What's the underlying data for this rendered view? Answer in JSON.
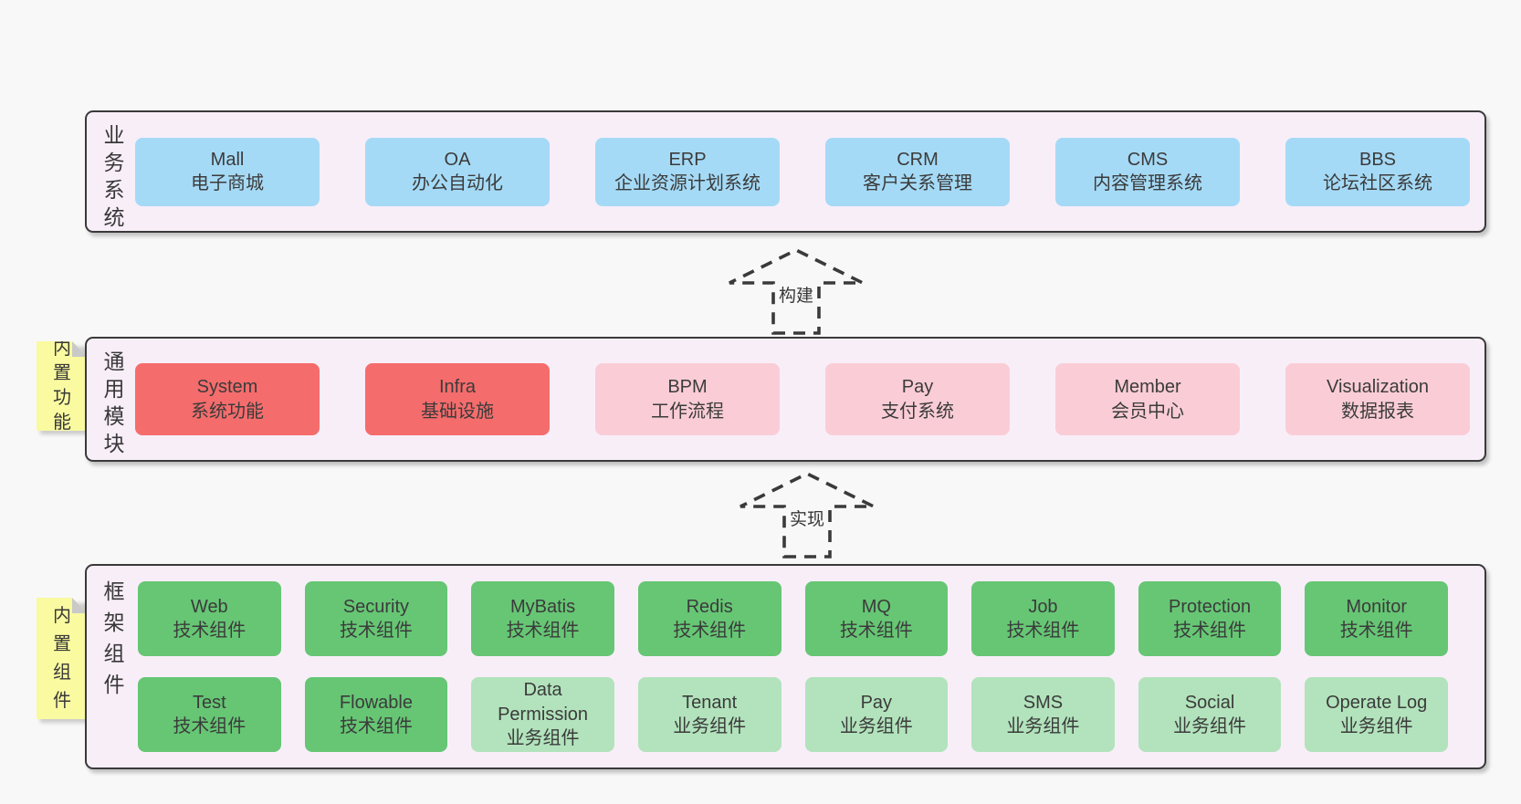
{
  "colors": {
    "page_bg": "#f8f8f8",
    "band_bg": "#f8eef8",
    "band_border": "#3a3a3a",
    "blue": "#a5daf6",
    "red": "#f56c6c",
    "pink": "#facdd6",
    "green_dark": "#66c674",
    "green_light": "#b2e3bc",
    "note_bg": "#fafaa0",
    "note_fold": "#c9c9c9"
  },
  "arrows": [
    {
      "id": "build",
      "label": "构建"
    },
    {
      "id": "implement",
      "label": "实现"
    }
  ],
  "bands": [
    {
      "id": "business-systems",
      "label": "业务系统",
      "note": null,
      "rows": [
        [
          {
            "id": "mall",
            "en": "Mall",
            "zh": "电子商城",
            "type": "blue"
          },
          {
            "id": "oa",
            "en": "OA",
            "zh": "办公自动化",
            "type": "blue"
          },
          {
            "id": "erp",
            "en": "ERP",
            "zh": "企业资源计划系统",
            "type": "blue"
          },
          {
            "id": "crm",
            "en": "CRM",
            "zh": "客户关系管理",
            "type": "blue"
          },
          {
            "id": "cms",
            "en": "CMS",
            "zh": "内容管理系统",
            "type": "blue"
          },
          {
            "id": "bbs",
            "en": "BBS",
            "zh": "论坛社区系统",
            "type": "blue"
          }
        ]
      ]
    },
    {
      "id": "common-modules",
      "label": "通用模块",
      "note": "内置功能",
      "rows": [
        [
          {
            "id": "system",
            "en": "System",
            "zh": "系统功能",
            "type": "red"
          },
          {
            "id": "infra",
            "en": "Infra",
            "zh": "基础设施",
            "type": "red"
          },
          {
            "id": "bpm",
            "en": "BPM",
            "zh": "工作流程",
            "type": "pink"
          },
          {
            "id": "pay-module",
            "en": "Pay",
            "zh": "支付系统",
            "type": "pink"
          },
          {
            "id": "member",
            "en": "Member",
            "zh": "会员中心",
            "type": "pink"
          },
          {
            "id": "visualization",
            "en": "Visualization",
            "zh": "数据报表",
            "type": "pink"
          }
        ]
      ]
    },
    {
      "id": "framework-components",
      "label": "框架组件",
      "note": "内置组件",
      "rows": [
        [
          {
            "id": "web",
            "en": "Web",
            "zh": "技术组件",
            "type": "green_dark"
          },
          {
            "id": "security",
            "en": "Security",
            "zh": "技术组件",
            "type": "green_dark"
          },
          {
            "id": "mybatis",
            "en": "MyBatis",
            "zh": "技术组件",
            "type": "green_dark"
          },
          {
            "id": "redis",
            "en": "Redis",
            "zh": "技术组件",
            "type": "green_dark"
          },
          {
            "id": "mq",
            "en": "MQ",
            "zh": "技术组件",
            "type": "green_dark"
          },
          {
            "id": "job",
            "en": "Job",
            "zh": "技术组件",
            "type": "green_dark"
          },
          {
            "id": "protection",
            "en": "Protection",
            "zh": "技术组件",
            "type": "green_dark"
          },
          {
            "id": "monitor",
            "en": "Monitor",
            "zh": "技术组件",
            "type": "green_dark"
          }
        ],
        [
          {
            "id": "test",
            "en": "Test",
            "zh": "技术组件",
            "type": "green_dark"
          },
          {
            "id": "flowable",
            "en": "Flowable",
            "zh": "技术组件",
            "type": "green_dark"
          },
          {
            "id": "data-permission",
            "en": "Data Permission",
            "zh": "业务组件",
            "type": "green_light"
          },
          {
            "id": "tenant",
            "en": "Tenant",
            "zh": "业务组件",
            "type": "green_light"
          },
          {
            "id": "pay-component",
            "en": "Pay",
            "zh": "业务组件",
            "type": "green_light"
          },
          {
            "id": "sms",
            "en": "SMS",
            "zh": "业务组件",
            "type": "green_light"
          },
          {
            "id": "social",
            "en": "Social",
            "zh": "业务组件",
            "type": "green_light"
          },
          {
            "id": "operate-log",
            "en": "Operate Log",
            "zh": "业务组件",
            "type": "green_light"
          }
        ]
      ]
    }
  ]
}
